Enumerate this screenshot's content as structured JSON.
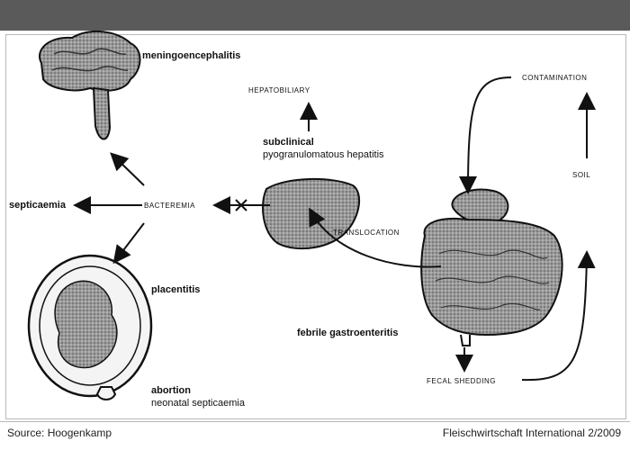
{
  "labels": {
    "meningoencephalitis": "meningoencephalitis",
    "septicaemia": "septicaemia",
    "bacteremia": "BACTEREMIA",
    "placentitis": "placentitis",
    "abortion": "abortion",
    "neonatal_septicaemia": "neonatal septicaemia",
    "subclinical": "subclinical",
    "hepatitis": "pyogranulomatous hepatitis",
    "translocation": "TRANSLOCATION",
    "enteritis": "febrile gastroenteritis",
    "excretion_top": "HEPATOBILIARY",
    "fecal_shedding": "FECAL SHEDDING",
    "contamination": "CONTAMINATION",
    "soil": "SOIL"
  },
  "footer": {
    "source": "Source: Hoogenkamp",
    "publication": "Fleischwirtschaft International 2/2009"
  },
  "colors": {
    "header": "#5a5a5a",
    "ink": "#111111",
    "organ_fill": "#8c8c8c",
    "frame": "#b9b9b9"
  }
}
